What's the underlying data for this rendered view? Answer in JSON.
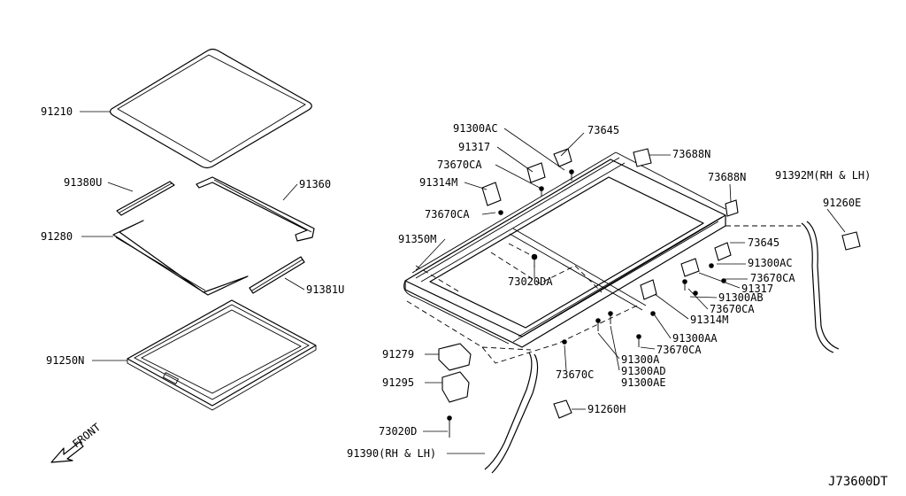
{
  "diagram": {
    "drawing_id": "J73600DT",
    "front_label": "FRONT",
    "labels": {
      "p91210": "91210",
      "p91380u": "91380U",
      "p91360": "91360",
      "p91280": "91280",
      "p91381u": "91381U",
      "p91250n": "91250N",
      "p91300ac_top": "91300AC",
      "p73645_top": "73645",
      "p91317_left": "91317",
      "p73688n_top": "73688N",
      "p73670ca_1": "73670CA",
      "p91314m_left": "91314M",
      "p73688n_right": "73688N",
      "p91392m": "91392M(RH & LH)",
      "p91260e": "91260E",
      "p73670ca_2": "73670CA",
      "p91350m": "91350M",
      "p73645_right": "73645",
      "p91300ac_right": "91300AC",
      "p73670ca_3": "73670CA",
      "p73020da": "73020DA",
      "p91317_right": "91317",
      "p91300ab": "91300AB",
      "p73670ca_4": "73670CA",
      "p91314m_right": "91314M",
      "p91300aa": "91300AA",
      "p73670ca_5": "73670CA",
      "p91279": "91279",
      "p91300a": "91300A",
      "p73670c": "73670C",
      "p91300ad": "91300AD",
      "p91300ae": "91300AE",
      "p91295": "91295",
      "p91260h": "91260H",
      "p73020d": "73020D",
      "p91390": "91390(RH & LH)"
    }
  }
}
